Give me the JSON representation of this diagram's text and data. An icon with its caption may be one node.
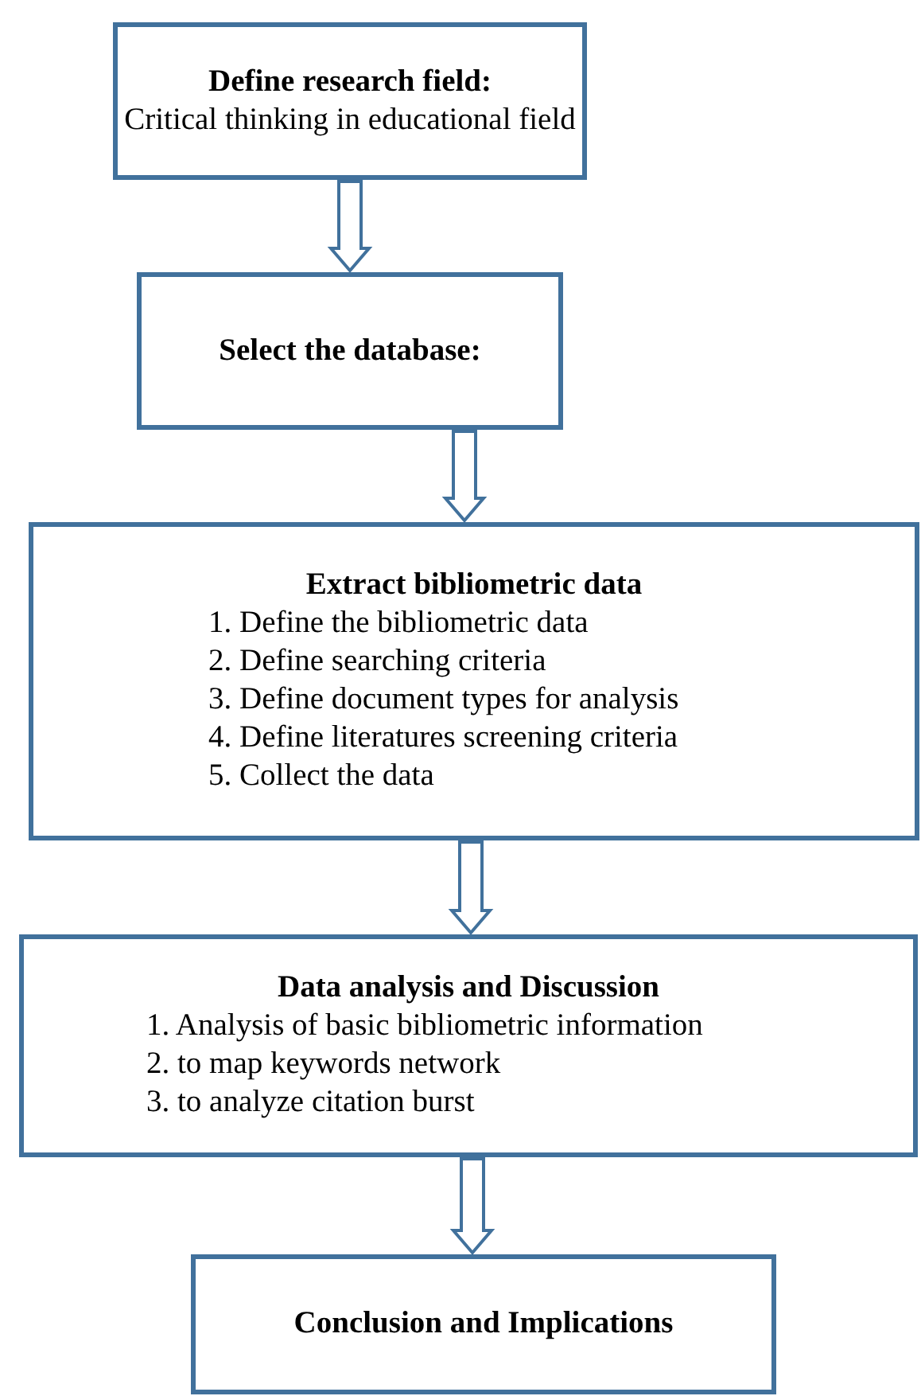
{
  "diagram": {
    "nodes": [
      {
        "text": [
          "Define research field:",
          "Critical thinking in educational field"
        ]
      },
      {
        "text": [
          "Select the database:"
        ]
      },
      {
        "text": [
          "Extract bibliometric data",
          "1. Define the bibliometric data",
          "2. Define searching criteria",
          "3. Define document types for analysis",
          "4. Define literatures screening criteria",
          "5. Collect the data"
        ]
      },
      {
        "text": [
          "Data analysis and Discussion",
          "1. Analysis of basic bibliometric information",
          "2. to map keywords network",
          "3. to analyze citation burst"
        ]
      },
      {
        "text": [
          "Conclusion and Implications"
        ]
      }
    ],
    "edges": [
      {
        "from": 0,
        "to": 1,
        "arrow": "to"
      },
      {
        "from": 1,
        "to": 2,
        "arrow": "to"
      },
      {
        "from": 2,
        "to": 3,
        "arrow": "to"
      },
      {
        "from": 3,
        "to": 4,
        "arrow": "to"
      }
    ]
  }
}
